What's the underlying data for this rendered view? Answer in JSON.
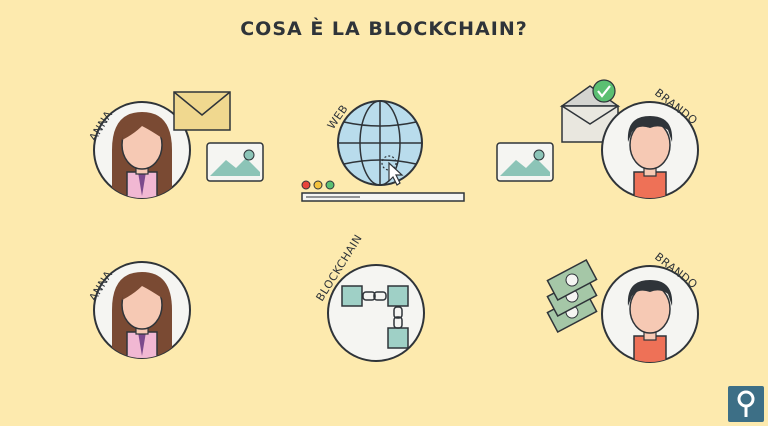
{
  "title": "COSA È LA BLOCKCHAIN?",
  "labels": {
    "anna_top": "ANNA",
    "web": "WEB",
    "brando_top": "BRANDO",
    "anna_bottom": "ANNA",
    "blockchain": "BLOCKCHAIN",
    "brando_bottom": "BRANDO"
  },
  "colors": {
    "background": "#fdeaae",
    "circle_fill": "#f5f5f2",
    "outline": "#2f3439",
    "globe": "#b9dcec",
    "image_card": "#8cc4b7",
    "chain_block": "#9fd0c6",
    "envelope": "#f0d88f",
    "money": "#a5c7a7",
    "logo": "#3d6f86"
  },
  "icons": [
    "envelope-icon",
    "image-icon",
    "globe-icon",
    "cursor-icon",
    "check-icon",
    "chain-icon",
    "money-icon",
    "logo-icon"
  ]
}
